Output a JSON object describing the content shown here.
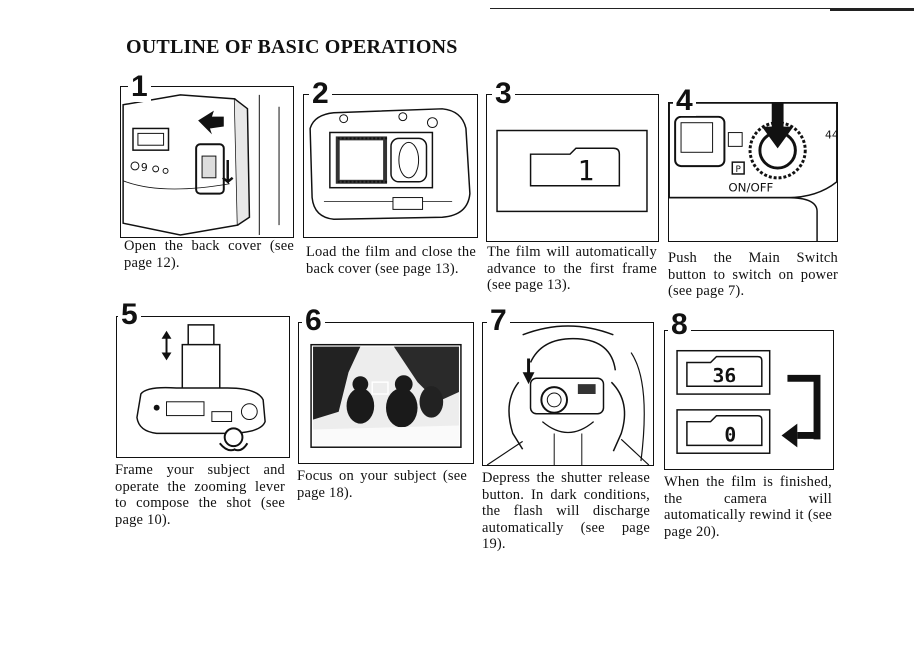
{
  "page": {
    "title": "OUTLINE OF BASIC OPERATIONS"
  },
  "steps": [
    {
      "number": "1",
      "caption": "Open the back cover (see page 12)."
    },
    {
      "number": "2",
      "caption": "Load the film and close the back cover (see page 13)."
    },
    {
      "number": "3",
      "caption": "The film will automatically advance to the first frame (see page 13).",
      "display": "1"
    },
    {
      "number": "4",
      "caption": "Push the Main Switch button to switch on power (see page 7).",
      "switch_label": "ON/OFF"
    },
    {
      "number": "5",
      "caption": "Frame your subject and operate the zooming lever to compose the shot (see page 10)."
    },
    {
      "number": "6",
      "caption": "Focus on your subject (see page 18)."
    },
    {
      "number": "7",
      "caption": "Depress the shutter release button. In dark conditions, the flash will discharge automatically (see page 19)."
    },
    {
      "number": "8",
      "caption": "When the film is finished, the camera will automatically rewind it (see page 20).",
      "display_top": "36",
      "display_bottom": "0"
    }
  ]
}
